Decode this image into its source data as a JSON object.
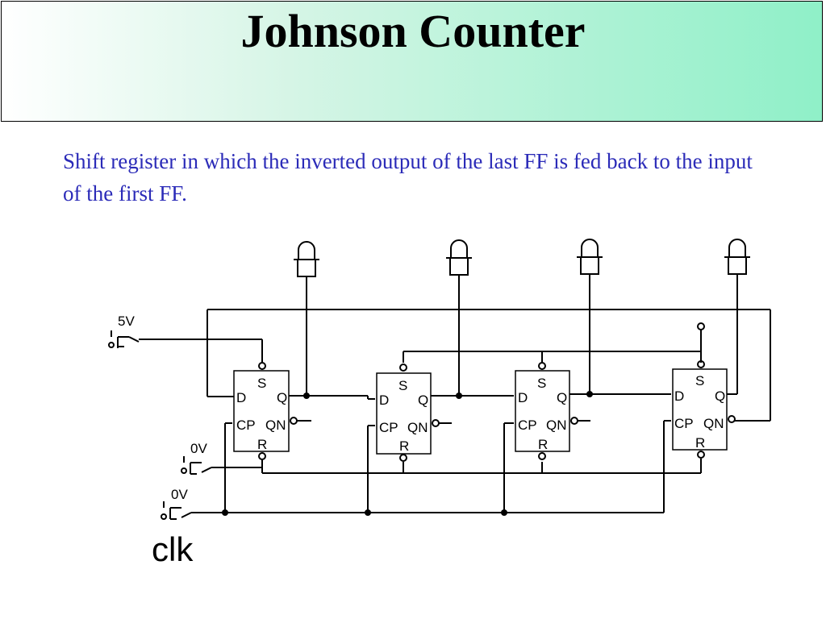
{
  "title": "Johnson Counter",
  "description": "Shift register in which the inverted output of the last FF is fed back to the input of the first FF.",
  "supply": {
    "vcc_label": "5V",
    "gnd_label_1": "0V",
    "gnd_label_2": "0V"
  },
  "clock_label": "clk",
  "flip_flops": [
    {
      "set": "S",
      "data": "D",
      "q": "Q",
      "clk": "CP",
      "qn": "QN",
      "reset": "R"
    },
    {
      "set": "S",
      "data": "D",
      "q": "Q",
      "clk": "CP",
      "qn": "QN",
      "reset": "R"
    },
    {
      "set": "S",
      "data": "D",
      "q": "Q",
      "clk": "CP",
      "qn": "QN",
      "reset": "R"
    },
    {
      "set": "S",
      "data": "D",
      "q": "Q",
      "clk": "CP",
      "qn": "QN",
      "reset": "R"
    }
  ],
  "colors": {
    "text_blue": "#2b2bb8",
    "header_gradient_end": "#8ff0c8",
    "wire": "#000000"
  }
}
